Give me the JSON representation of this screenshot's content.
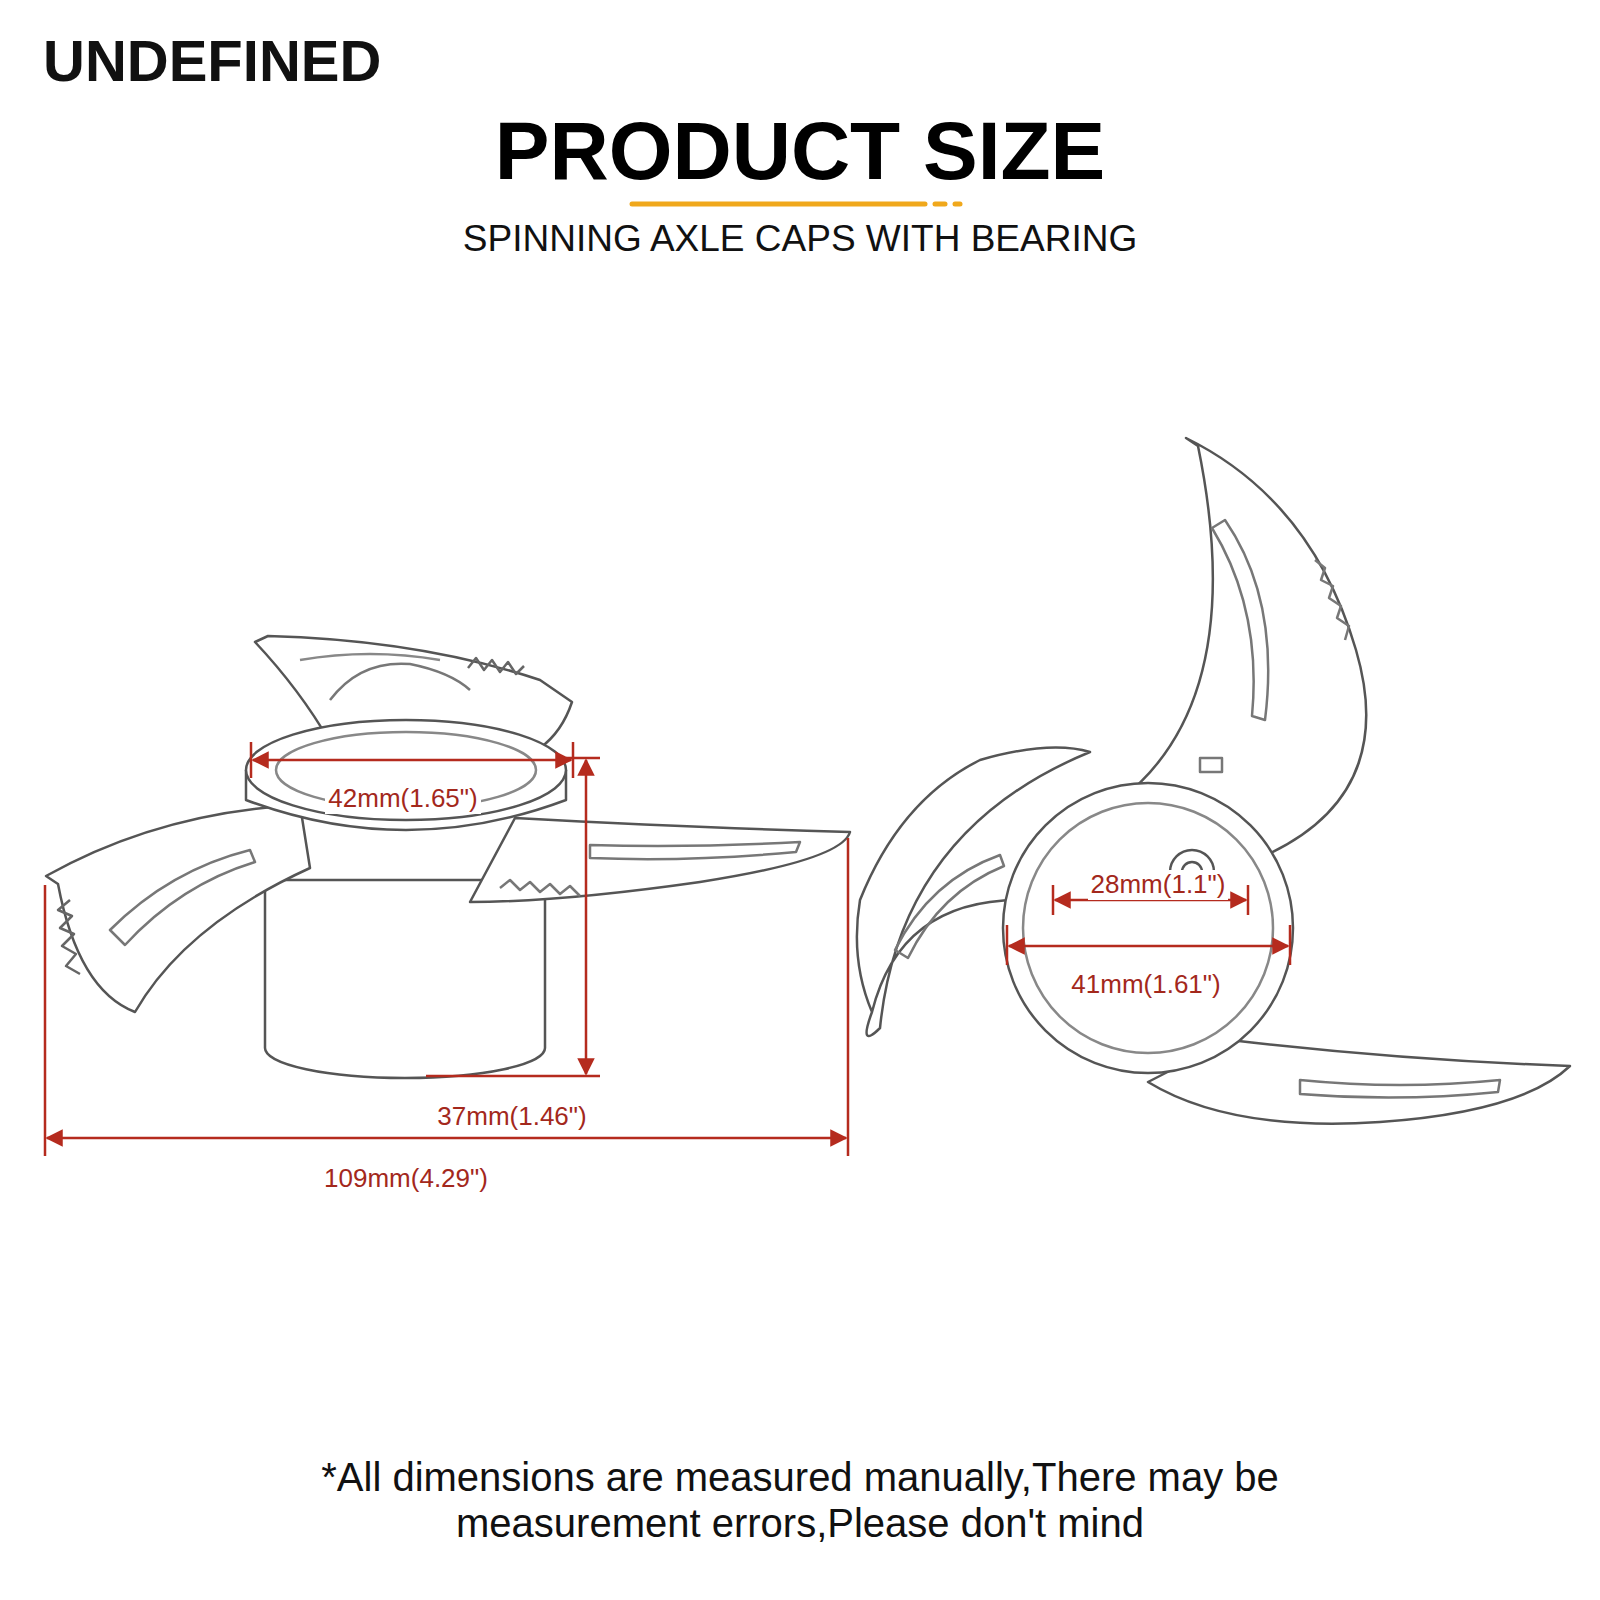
{
  "diagram": {
    "title": "PRODUCT SIZE",
    "caption": "*All dimensions are measured manually,There may be measurement errors,Please don't mind",
    "labels": [
      "UNDEFINED",
      "SPINNING AXLE CAPS WITH BEARING",
      "42mm(1.65\")",
      "37mm(1.46\")",
      "109mm(4.29\")",
      "28mm(1.1\")",
      "41mm(1.61\")"
    ]
  }
}
